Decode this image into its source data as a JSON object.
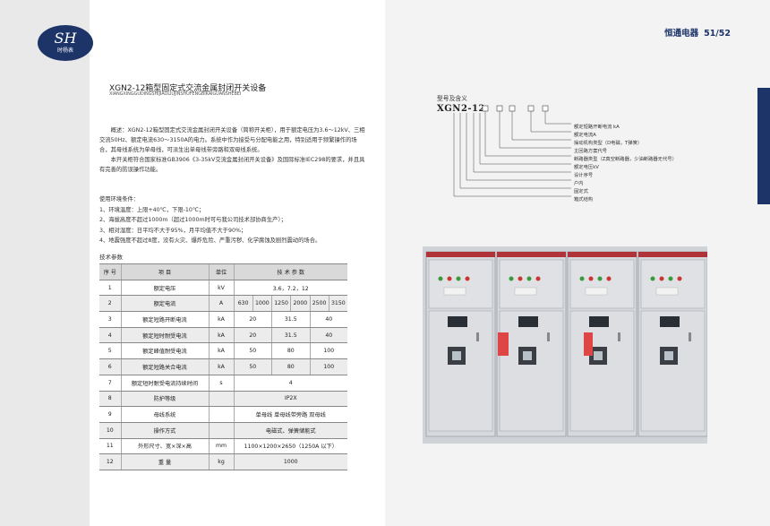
{
  "header": {
    "logo_text": "SH",
    "logo_sub": "时杨表",
    "brand": "恒通电器",
    "page": "51/52"
  },
  "section": {
    "title": "XGN2-12箱型固定式交流金属封闭开关设备",
    "subtitle": "XIANGXINGGUDINGSHIJIAOLIUJINSHUFENGBIKAIGUANSHEBEI"
  },
  "description": [
    "概述：XGN2-12箱型固定式交流金属封闭开关设备（简称开关柜），用于额定电压为3.6～12kV、三相交流50Hz、额定电流630～3150A的电力。系统中作为接受与分配电能之用，特别适用于频繁操作的场合，其母线系统为单母线，可派生出单母线带旁路和双母线系统。",
    "本开关柜符合国家标准GB3906《3-35kV交流金属封闭开关设备》及国际标准IEC298的要求，并且具有完善的防误操作功能。"
  ],
  "environment": {
    "heading": "使用环境条件：",
    "items": [
      "1、环境温度：上限+40℃，下限-10℃；",
      "2、海拔高度不超过1000m（超过1000m时可与我公司技术部协商生产）；",
      "3、相对湿度：日平均不大于95%，月平均值不大于90%；",
      "4、地震强度不超过8度，没有火灾、爆炸危险、严重污秽、化学腐蚀及剧烈震动的场合。"
    ]
  },
  "params": {
    "label": "技术参数",
    "headers": [
      "序 号",
      "项   目",
      "单位",
      "技 术 参 数"
    ],
    "rows": [
      {
        "no": "1",
        "item": "额定电压",
        "unit": "kV",
        "values": [
          "3.6，7.2，12"
        ]
      },
      {
        "no": "2",
        "item": "额定电流",
        "unit": "A",
        "values": [
          "630",
          "1000",
          "1250",
          "2000",
          "2500",
          "3150"
        ]
      },
      {
        "no": "3",
        "item": "额定短路开断电流",
        "unit": "kA",
        "values": [
          "20",
          "31.5",
          "40"
        ]
      },
      {
        "no": "4",
        "item": "额定短时耐受电流",
        "unit": "kA",
        "values": [
          "20",
          "31.5",
          "40"
        ]
      },
      {
        "no": "5",
        "item": "额定峰值耐受电流",
        "unit": "kA",
        "values": [
          "50",
          "80",
          "100"
        ]
      },
      {
        "no": "6",
        "item": "额定短路关合电流",
        "unit": "kA",
        "values": [
          "50",
          "80",
          "100"
        ]
      },
      {
        "no": "7",
        "item": "额定短时耐受电流持续时间",
        "unit": "s",
        "values": [
          "4"
        ]
      },
      {
        "no": "8",
        "item": "防护等级",
        "unit": "",
        "values": [
          "IP2X"
        ]
      },
      {
        "no": "9",
        "item": "母线系统",
        "unit": "",
        "values": [
          "单母线  单母线带旁路  双母线"
        ]
      },
      {
        "no": "10",
        "item": "操作方式",
        "unit": "",
        "values": [
          "电磁式、弹簧储能式"
        ]
      },
      {
        "no": "11",
        "item": "外形尺寸、宽×深×高",
        "unit": "mm",
        "values": [
          "1100×1200×2650（1250A 以下）"
        ]
      },
      {
        "no": "12",
        "item": "重   量",
        "unit": "kg",
        "values": [
          "1000"
        ]
      }
    ]
  },
  "model": {
    "label": "型号及含义",
    "code": "XGN2-12",
    "legend": [
      "额定短路开断电流 kA",
      "额定电流A",
      "操动机构类型（D电磁，T弹簧）",
      "主回路方案代号",
      "断路器类型（Z真空断路器，少油断路器无代号）",
      "额定电压kV",
      "设计序号",
      "户内",
      "固定式",
      "箱式结构"
    ]
  },
  "colors": {
    "brand_navy": "#1c3468",
    "panel_gray": "#d7d9dc",
    "panel_top_red": "#b0333a"
  }
}
